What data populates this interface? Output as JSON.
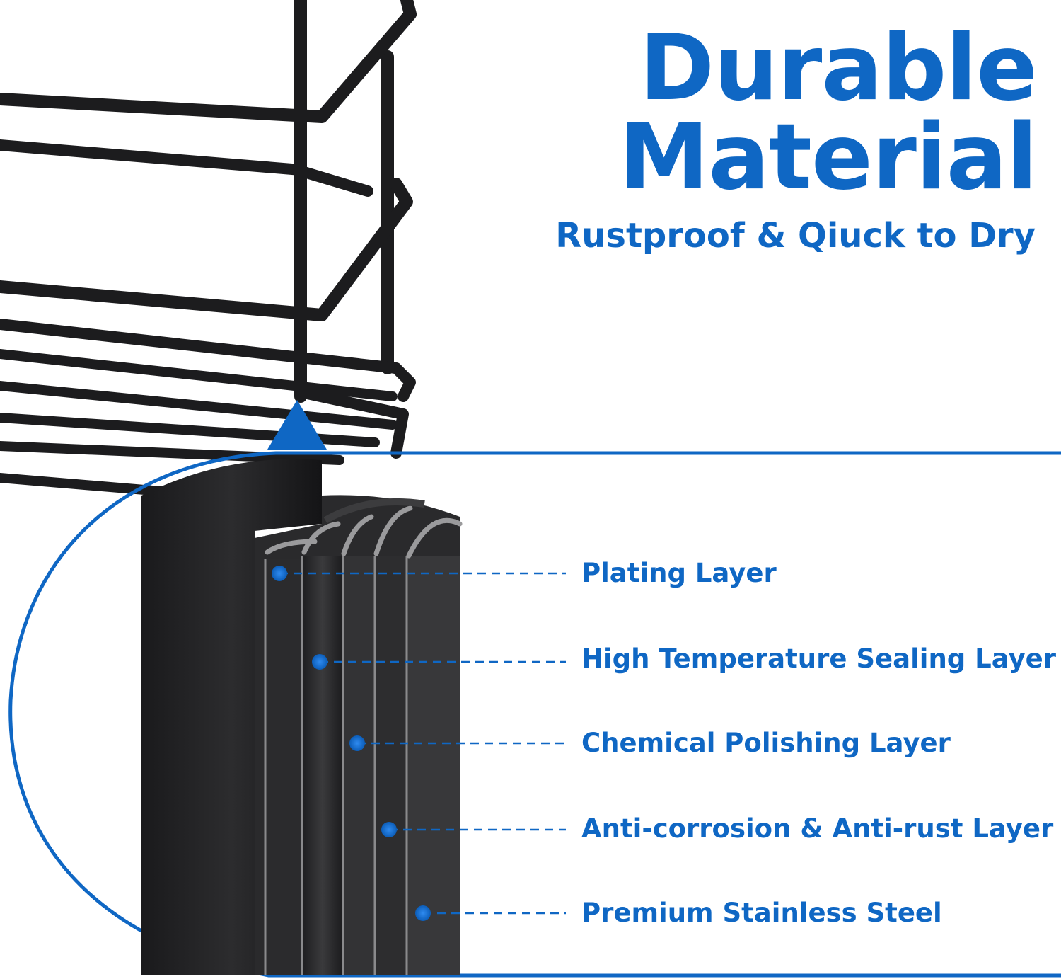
{
  "heading": {
    "title_line1": "Durable",
    "title_line2": "Material",
    "subtitle": "Rustproof & Qiuck to Dry"
  },
  "layers": [
    "Plating Layer",
    "High Temperature Sealing Layer",
    "Chemical Polishing Layer",
    "Anti-corrosion & Anti-rust Layer",
    "Premium Stainless Steel"
  ],
  "colors": {
    "brand_blue": "#0f67c4",
    "wire_black": "#1c1c1e",
    "layer_gray": "#6e6e70",
    "background": "#ffffff"
  }
}
